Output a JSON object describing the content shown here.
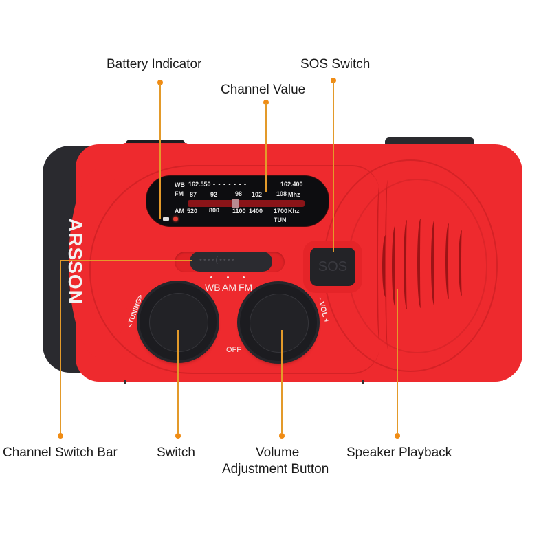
{
  "product": {
    "brand": "ARSSON",
    "body_color": "#ee2a2e",
    "accent_color": "#f08c14",
    "trim_color": "#2a2a2f"
  },
  "callouts": {
    "battery_indicator": "Battery Indicator",
    "sos_switch": "SOS Switch",
    "channel_value": "Channel Value",
    "channel_switch_bar": "Channel Switch Bar",
    "switch": "Switch",
    "volume_line1": "Volume",
    "volume_line2": "Adjustment Button",
    "speaker_playback": "Speaker Playback"
  },
  "display": {
    "wb": {
      "band": "WB",
      "start": "162.550",
      "dashes": "-   -   -   -   -   -   -",
      "end": "162.400"
    },
    "fm": {
      "band": "FM",
      "ticks": [
        "87",
        "92",
        "98",
        "102",
        "108"
      ],
      "unit": "Mhz"
    },
    "am": {
      "band": "AM",
      "ticks": [
        "520",
        "800",
        "1100",
        "1400",
        "1700"
      ],
      "unit": "Khz"
    },
    "tun": "TUN"
  },
  "controls": {
    "sos_label": "SOS",
    "switch_bar_texture": "••••(••••",
    "tuning_label": "<TUNING>",
    "band_selector": [
      "WB",
      "AM",
      "FM"
    ],
    "off_label": "OFF",
    "volume_label": "- VOL +"
  }
}
